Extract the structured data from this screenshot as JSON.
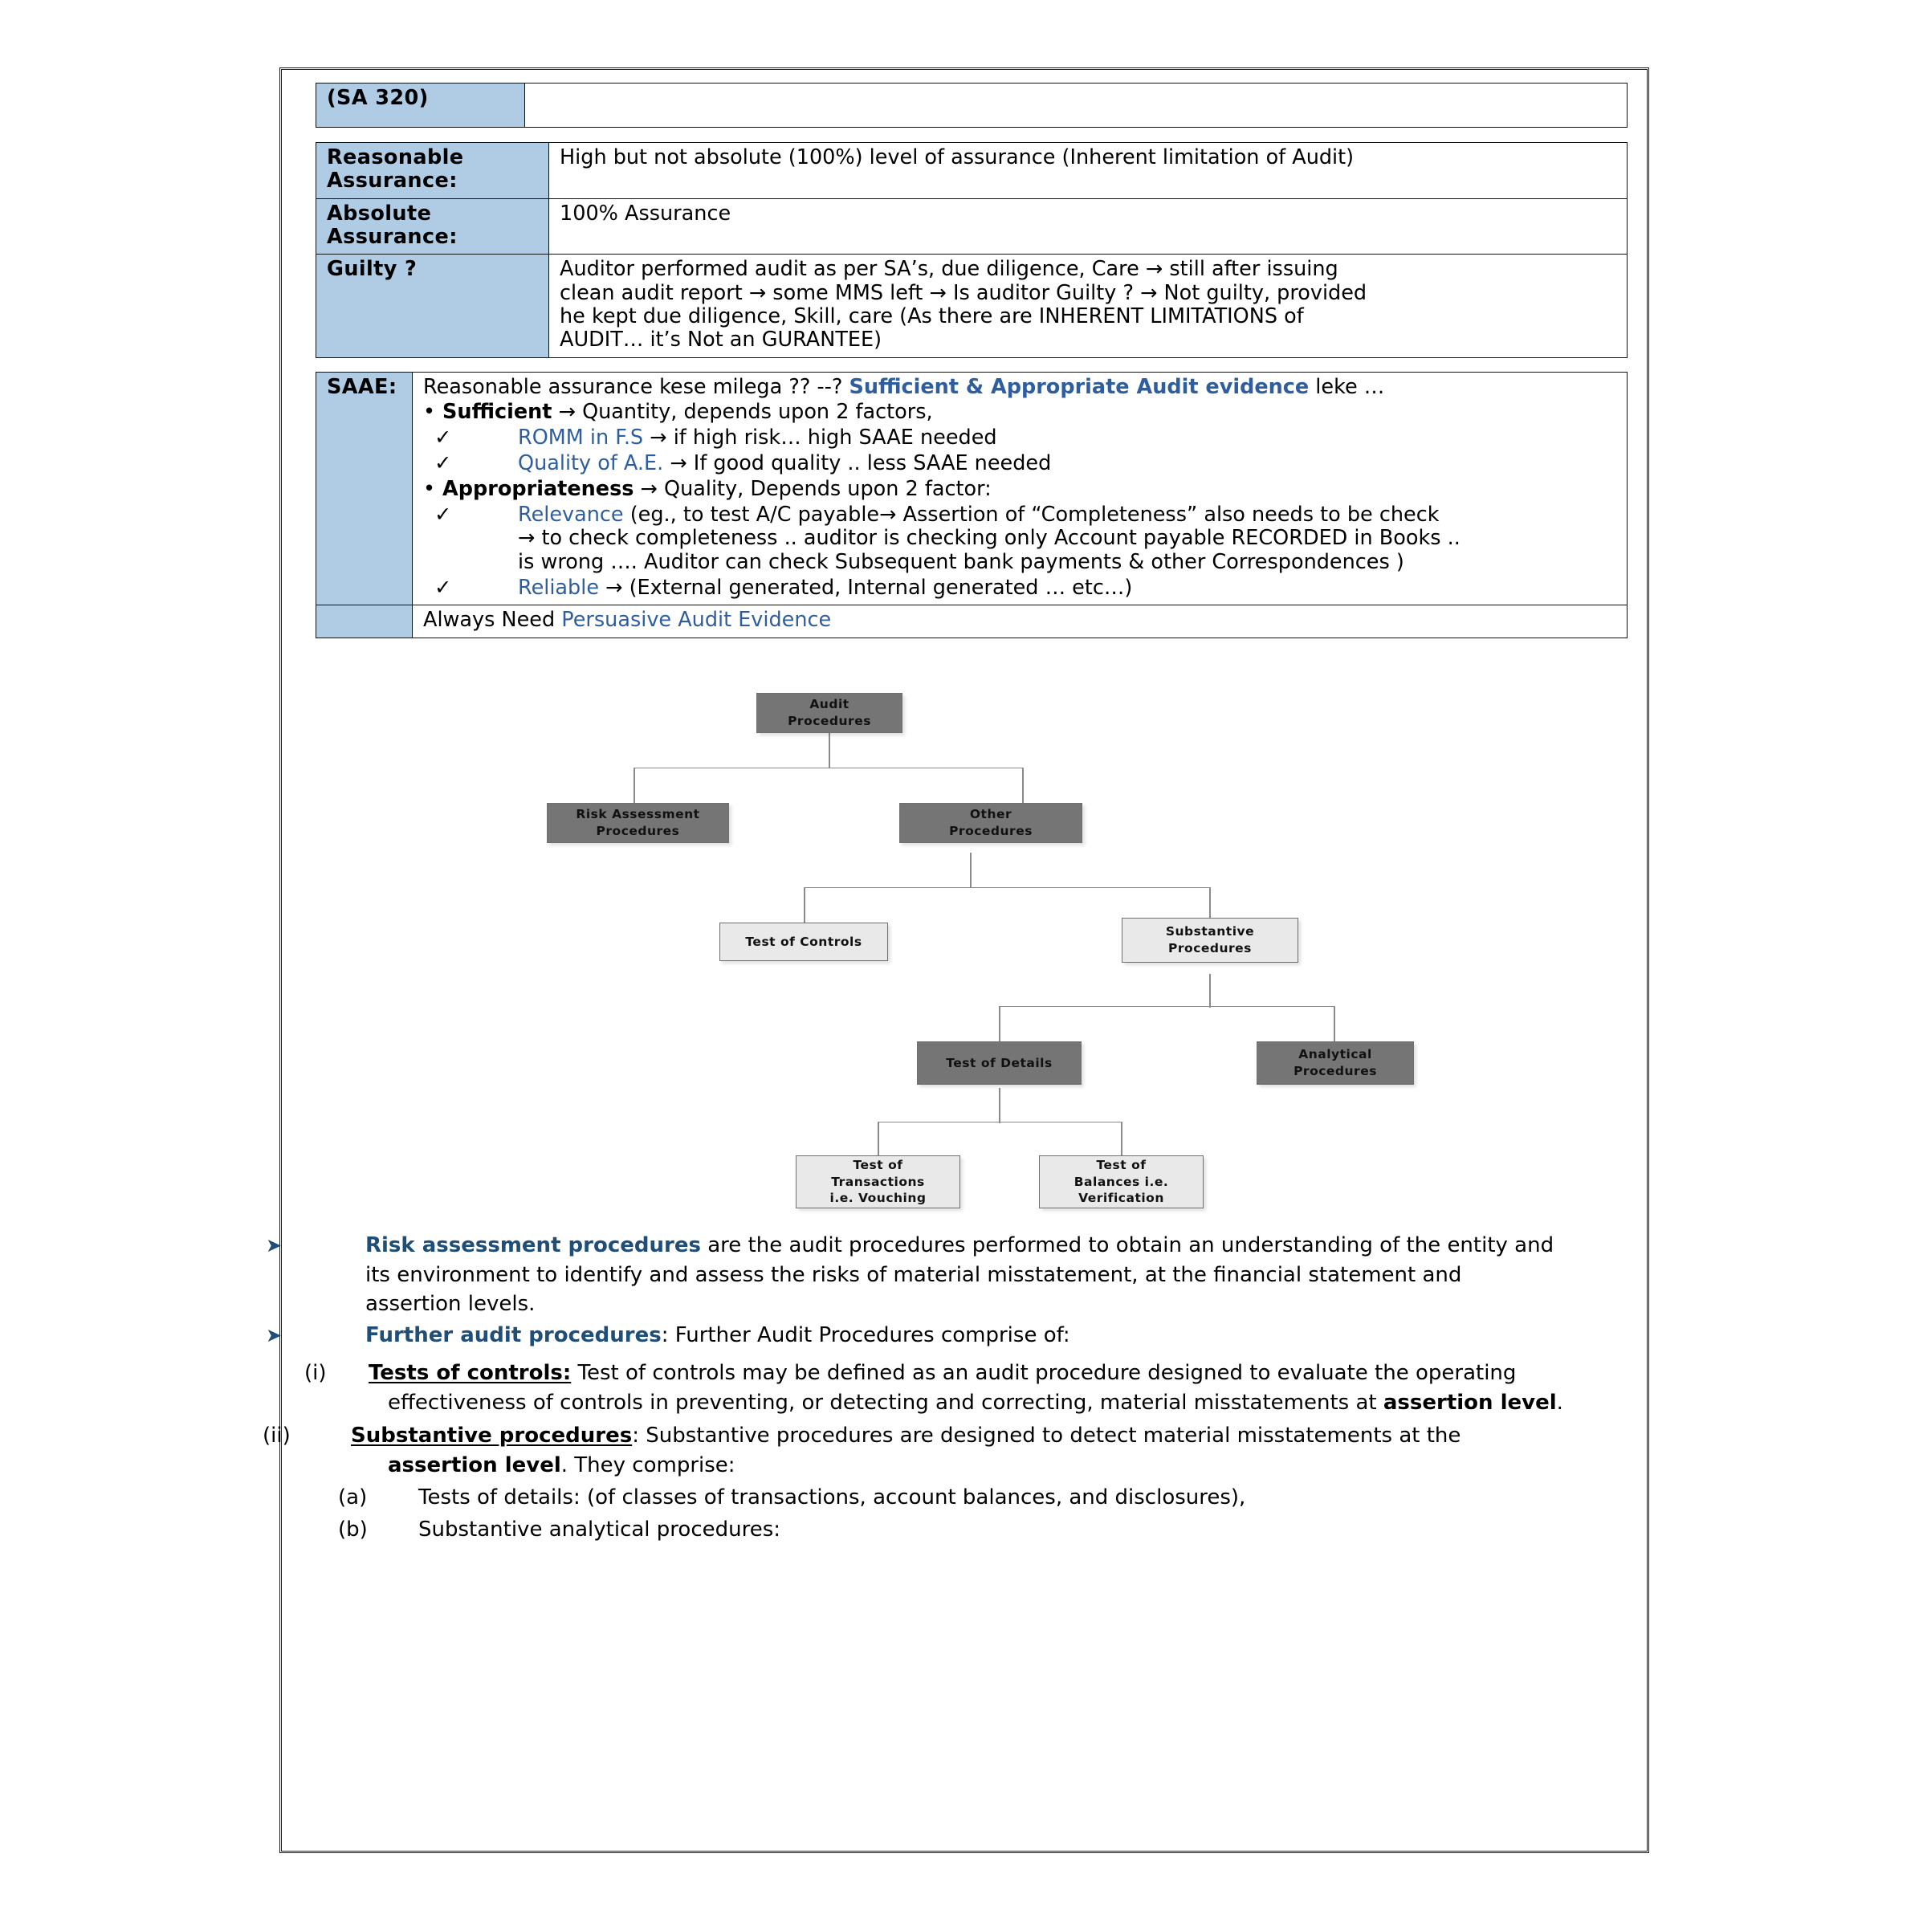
{
  "title_row": {
    "label": "(SA 320)",
    "value": ""
  },
  "definition_table": {
    "rows": [
      {
        "label": "Reasonable Assurance:",
        "value": "High but not absolute (100%) level of assurance (Inherent limitation of Audit)"
      },
      {
        "label": "Absolute Assurance:",
        "value": "100% Assurance"
      },
      {
        "label": "Guilty ?",
        "value_lines": [
          "Auditor performed audit as per SA’s, due diligence, Care → still after issuing",
          "clean audit report → some MMS left → Is auditor Guilty ? → Not guilty, provided",
          "he kept due diligence, Skill, care (As there are INHERENT LIMITATIONS of",
          "AUDIT… it’s Not an GURANTEE)"
        ]
      }
    ]
  },
  "saae": {
    "label": "SAAE:",
    "intro_plain_1": "Reasonable assurance kese milega ?? --? ",
    "intro_highlight": "Sufficient & Appropriate Audit evidence",
    "intro_plain_2": " leke …",
    "bullets": [
      {
        "term": "Sufficient",
        "text": " → Quantity, depends upon 2 factors,",
        "subs": [
          {
            "term": "ROMM in F.S",
            "text": " → if high risk… high SAAE needed"
          },
          {
            "term": "Quality of A.E.",
            "text": " → If good quality .. less SAAE needed"
          }
        ]
      },
      {
        "term": "Appropriateness",
        "text": " → Quality, Depends upon 2 factor:",
        "subs": [
          {
            "term": "Relevance",
            "text": " (eg., to test A/C payable→ Assertion of “Completeness” also needs to be check",
            "cont": [
              "→ to check completeness .. auditor is checking only Account payable RECORDED in Books ..",
              "is wrong …. Auditor can check Subsequent bank payments & other Correspondences )"
            ]
          },
          {
            "term": "Reliable",
            "text": " → (External generated, Internal generated … etc…)"
          }
        ]
      }
    ],
    "footer_plain": "Always Need ",
    "footer_highlight": "Persuasive Audit Evidence"
  },
  "diagram": {
    "nodes": [
      {
        "id": "audit-procedures",
        "label": "Audit\nProcedures",
        "style": "dark"
      },
      {
        "id": "risk-assessment-procedures",
        "label": "Risk Assessment\nProcedures",
        "style": "dark"
      },
      {
        "id": "other-procedures",
        "label": "Other\nProcedures",
        "style": "dark"
      },
      {
        "id": "test-of-controls",
        "label": "Test of Controls",
        "style": "light"
      },
      {
        "id": "substantive-procedures",
        "label": "Substantive\nProcedures",
        "style": "light"
      },
      {
        "id": "test-of-details",
        "label": "Test of Details",
        "style": "dark"
      },
      {
        "id": "analytical-procedures",
        "label": "Analytical\nProcedures",
        "style": "dark"
      },
      {
        "id": "test-of-transactions",
        "label": "Test of\nTransactions\ni.e. Vouching",
        "style": "light"
      },
      {
        "id": "test-of-balances",
        "label": "Test of\nBalances i.e.\nVerification",
        "style": "light"
      }
    ]
  },
  "notes": {
    "item1": {
      "glyph": "➤",
      "term": "Risk assessment procedures",
      "lines": [
        " are the audit procedures performed to obtain an understanding of the entity and",
        "its environment to identify and assess the risks of material misstatement, at the financial statement and",
        "assertion levels."
      ]
    },
    "item2": {
      "glyph": "➤",
      "term": "Further audit procedures",
      "text": ": Further Audit Procedures comprise of:"
    },
    "sub_i": {
      "num": "(i)",
      "term": "Tests of controls:",
      "line1": " Test of controls may be defined as an audit procedure designed to evaluate the operating",
      "line2_a": "effectiveness of controls in preventing, or detecting and correcting, material misstatements at ",
      "line2_bold": "assertion level",
      "line2_b": "."
    },
    "sub_ii": {
      "num": "(ii)",
      "term": "Substantive procedures",
      "line1": ": Substantive procedures are designed to detect material misstatements at the",
      "line2_bold": "assertion level",
      "line2_rest": ". They comprise:"
    },
    "sub_a": {
      "num": "(a)",
      "text": "Tests of details: (of classes of transactions, account balances, and disclosures),"
    },
    "sub_b": {
      "num": "(b)",
      "text": "Substantive analytical procedures:"
    }
  },
  "colors": {
    "header_fill": "#b0cce4",
    "accent_blue": "#2f5e9f",
    "heading_blue": "#1f4e79",
    "node_dark": "#757575",
    "node_light": "#e9e9e9"
  }
}
